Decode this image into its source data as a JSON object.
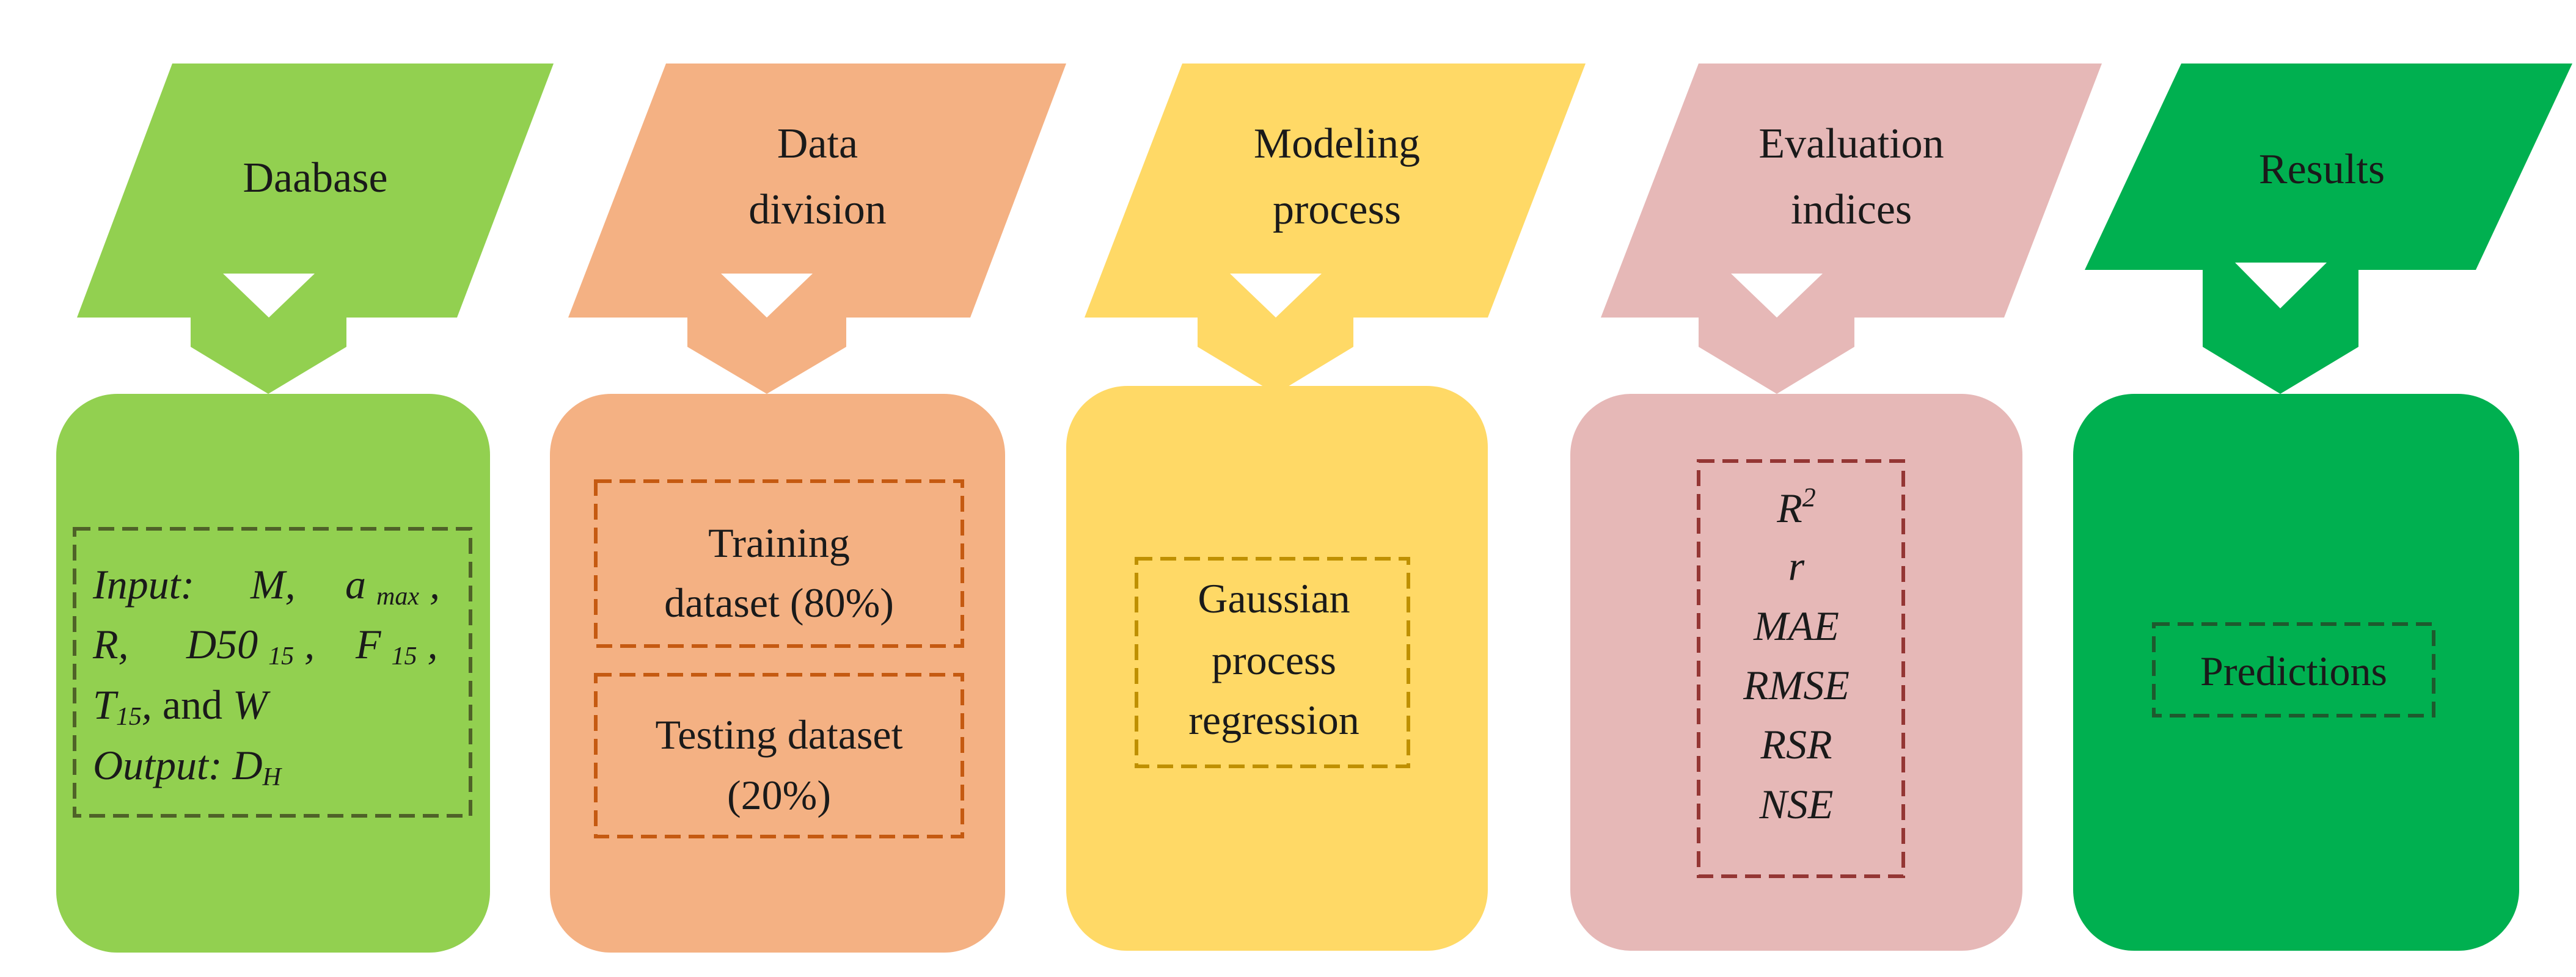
{
  "colors": {
    "database": "#92d050",
    "division": "#f4b183",
    "modeling": "#ffd966",
    "evaluation": "#e6b8b7",
    "results": "#00b050"
  },
  "stages": {
    "database": {
      "title": "Daabase",
      "input_label": "Input:",
      "vars_line1": [
        "M,",
        "a",
        "max",
        ","
      ],
      "vars_line2": [
        "R,",
        "D50",
        "15",
        ",",
        "F",
        "15",
        ","
      ],
      "vars_line3": [
        "T",
        "15",
        ",",
        " and ",
        "W"
      ],
      "output_label": "Output:",
      "output_var": [
        "D",
        "H"
      ]
    },
    "division": {
      "title_line1": "Data",
      "title_line2": "division",
      "training_line1": "Training",
      "training_line2": "dataset (80%)",
      "testing_line1": "Testing dataset",
      "testing_line2": "(20%)"
    },
    "modeling": {
      "title_line1": "Modeling",
      "title_line2": "process",
      "method_line1": "Gaussian",
      "method_line2": "process",
      "method_line3": "regression"
    },
    "evaluation": {
      "title_line1": "Evaluation",
      "title_line2": "indices",
      "indices": [
        "R",
        "2",
        "r",
        "MAE",
        "RMSE",
        "RSR",
        "NSE"
      ]
    },
    "results": {
      "title": "Results",
      "output": "Predictions"
    }
  }
}
